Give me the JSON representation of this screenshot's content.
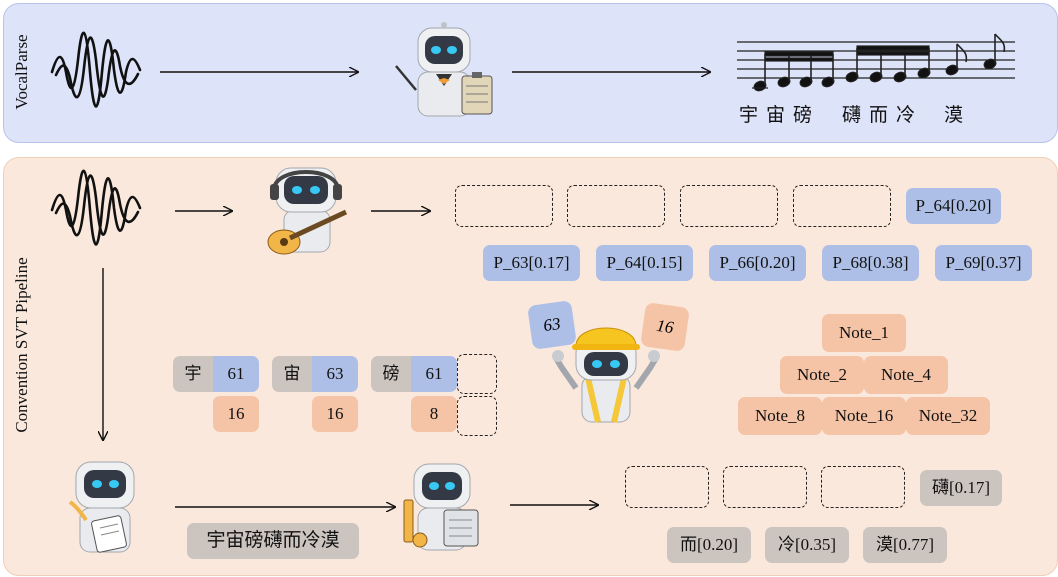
{
  "vocalparse": {
    "label": "VocalParse",
    "lyrics": [
      "宇",
      "宙",
      "磅",
      "礴",
      "而",
      "冷",
      "漠"
    ]
  },
  "svt": {
    "label": "Convention SVT Pipeline",
    "pitch_result": "P_64[0.20]",
    "pitch_tags": [
      "P_63[0.17]",
      "P_64[0.15]",
      "P_66[0.20]",
      "P_68[0.38]",
      "P_69[0.37]"
    ],
    "alignment": [
      {
        "char": "宇",
        "pitch": "61",
        "duration": "16"
      },
      {
        "char": "宙",
        "pitch": "63",
        "duration": "16"
      },
      {
        "char": "磅",
        "pitch": "61",
        "duration": "8"
      }
    ],
    "tile_pitch": "63",
    "tile_duration": "16",
    "notes": [
      "Note_1",
      "Note_2",
      "Note_4",
      "Note_8",
      "Note_16",
      "Note_32"
    ],
    "lyric_input": "宇宙磅礴而冷漠",
    "lyric_result": "礴[0.17]",
    "lyric_tags": [
      "而[0.20]",
      "冷[0.35]",
      "漠[0.77]"
    ]
  },
  "colors": {
    "top_panel": "#dde3f8",
    "bottom_panel": "#fae8dc",
    "pitch_tag": "#adbfe6",
    "duration_tag": "#f5c3a6",
    "lyric_tag": "#ccc4bf"
  },
  "icons": [
    "waveform-icon",
    "conductor-robot-icon",
    "music-staff-icon",
    "guitar-robot-icon",
    "builder-robot-icon",
    "writer-robot-icon",
    "inspector-robot-icon"
  ]
}
